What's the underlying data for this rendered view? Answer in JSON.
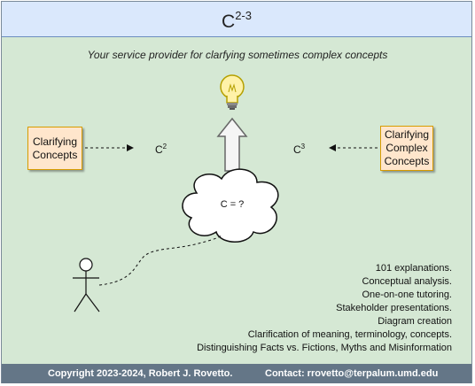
{
  "header": {
    "title_base": "C",
    "title_exponent": "2-3"
  },
  "tagline": "Your service provider for clarfying sometimes complex concepts",
  "boxes": {
    "left": "Clarifying\nConcepts",
    "right": "Clarifying\nComplex\nConcepts"
  },
  "labels": {
    "c2_base": "C",
    "c2_exp": "2",
    "c3_base": "C",
    "c3_exp": "3",
    "cloud": "C = ?"
  },
  "services": [
    "101 explanations.",
    "Conceptual analysis.",
    "One-on-one tutoring.",
    "Stakeholder presentations.",
    "Diagram creation",
    "Clarification of meaning, terminology, concepts.",
    "Distinguishing Facts vs. Fictions, Myths and Misinformation"
  ],
  "footer": {
    "copyright": "Copyright 2023-2024, Robert J. Rovetto.",
    "contact": "Contact: rrovetto@terpalum.umd.edu"
  },
  "colors": {
    "background": "#d5e8d4",
    "header": "#dae8fc",
    "box_fill": "#ffe6cc",
    "box_border": "#d79b00",
    "footer": "#647687",
    "bulb": "#fff2a8"
  },
  "icons": [
    "lightbulb-icon",
    "up-arrow-icon",
    "thought-cloud-icon",
    "person-icon"
  ]
}
